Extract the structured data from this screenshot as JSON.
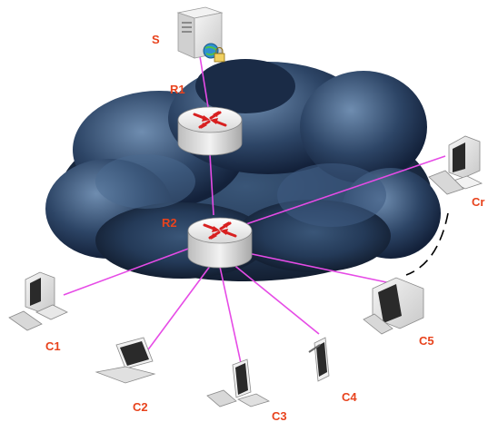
{
  "labels": {
    "server": "S",
    "router1": "R1",
    "router2": "R2",
    "client1": "C1",
    "client2": "C2",
    "client3": "C3",
    "client4": "C4",
    "client5": "C5",
    "client_r": "Cr"
  },
  "colors": {
    "link": "#e64be6",
    "label": "#e8431d",
    "cloud_dark": "#16233a",
    "cloud_mid": "#2c4566",
    "cloud_light": "#5d7a9c",
    "wireless_link": "#000000"
  },
  "icons": {
    "server": "server-icon",
    "router": "router-icon",
    "desktop": "desktop-computer-icon",
    "laptop": "laptop-icon",
    "tablet": "tablet-icon",
    "monitor": "monitor-icon"
  }
}
